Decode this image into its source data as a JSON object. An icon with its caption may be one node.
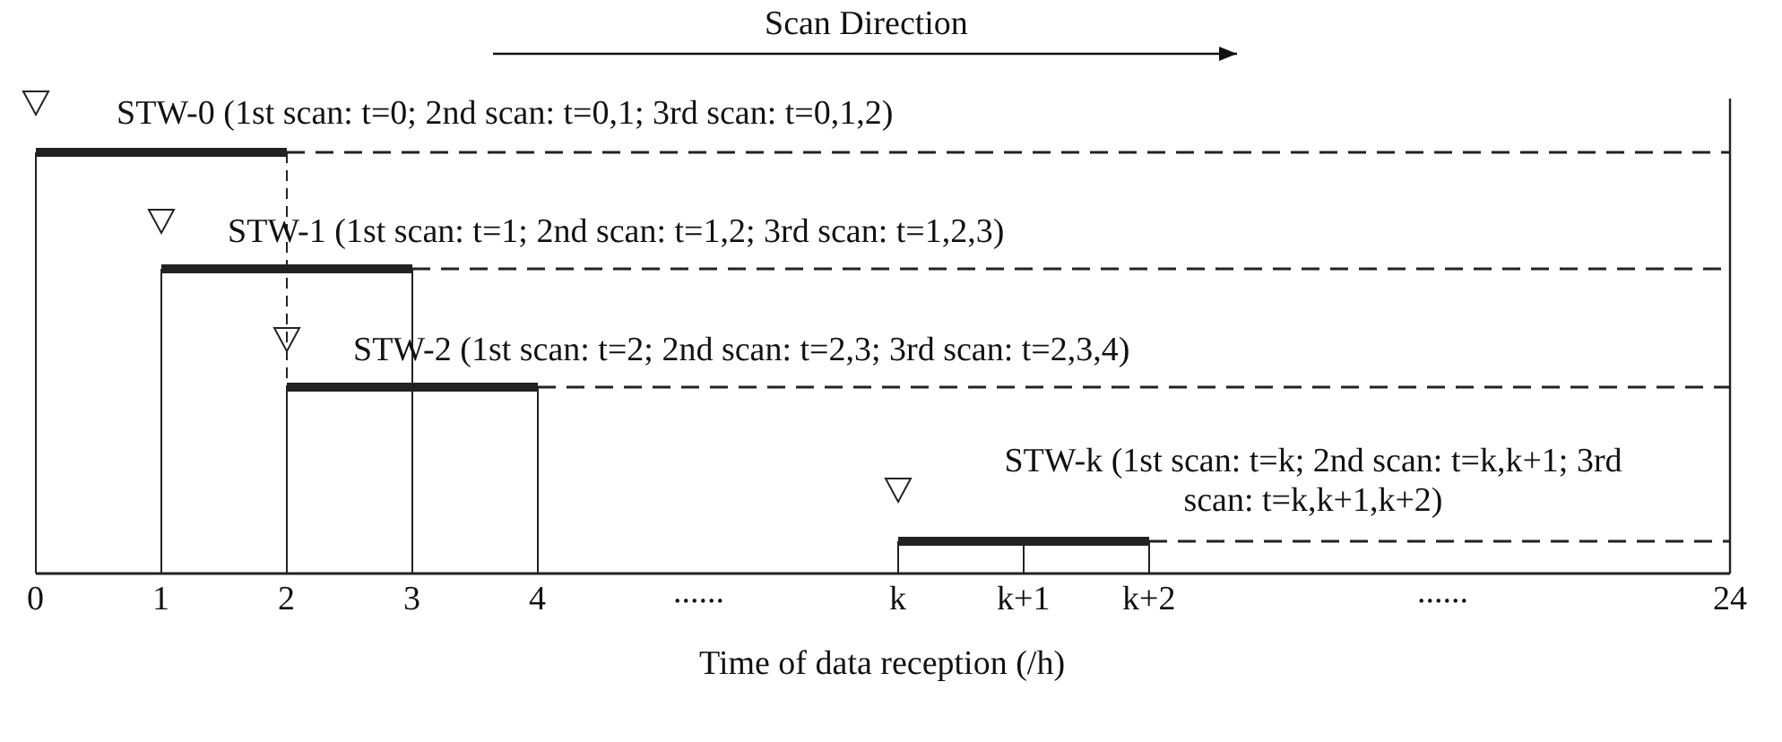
{
  "diagram": {
    "labels": [
      "Scan Direction",
      "STW-0 (1st scan: t=0; 2nd scan: t=0,1; 3rd scan: t=0,1,2)",
      "STW-1 (1st scan: t=1; 2nd scan: t=1,2; 3rd scan: t=1,2,3)",
      "STW-2 (1st scan: t=2; 2nd scan: t=2,3; 3rd scan: t=2,3,4)",
      "STW-k (1st scan: t=k; 2nd scan: t=k,k+1; 3rd scan: t=k,k+1,k+2)",
      "0",
      "1",
      "2",
      "3",
      "4",
      "......",
      "k",
      "k+1",
      "k+2",
      "......",
      "24",
      "Time of data reception (/h)"
    ]
  }
}
